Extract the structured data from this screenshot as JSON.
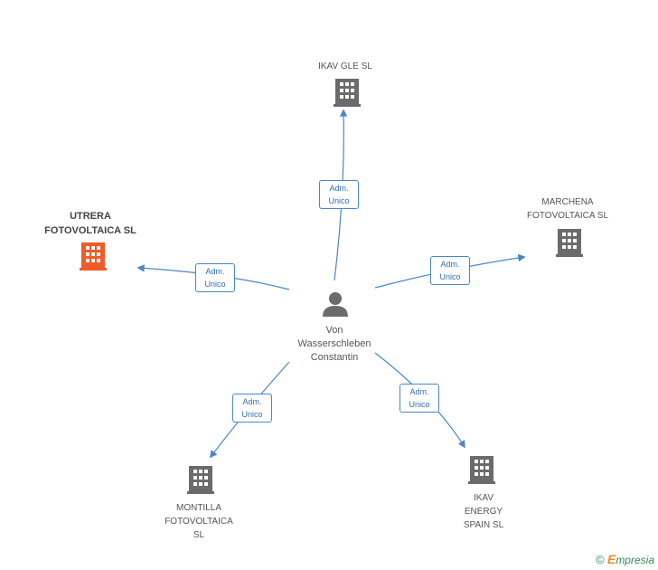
{
  "center": {
    "name": "Von\nWasserschleben\nConstantin",
    "icon": "person-icon"
  },
  "companies": [
    {
      "key": "ikav_gle",
      "name": "IKAV GLE  SL",
      "icon": "building-icon",
      "color": "#6b6b6b",
      "role": "Adm.\nUnico"
    },
    {
      "key": "marchena",
      "name": "MARCHENA\nFOTOVOLTAICA SL",
      "icon": "building-icon",
      "color": "#6b6b6b",
      "role": "Adm.\nUnico"
    },
    {
      "key": "utrera",
      "name": "UTRERA\nFOTOVOLTAICA SL",
      "icon": "building-icon",
      "color": "#f05a28",
      "role": "Adm.\nUnico"
    },
    {
      "key": "montilla",
      "name": "MONTILLA\nFOTOVOLTAICA\nSL",
      "icon": "building-icon",
      "color": "#6b6b6b",
      "role": "Adm.\nUnico"
    },
    {
      "key": "ikav_energy",
      "name": "IKAV\nENERGY\nSPAIN SL",
      "icon": "building-icon",
      "color": "#6b6b6b",
      "role": "Adm.\nUnico"
    }
  ],
  "colors": {
    "edge": "#4a86c8",
    "highlight": "#f05a28",
    "node": "#6b6b6b"
  },
  "footer": {
    "copyright": "©",
    "brand_initial": "E",
    "brand_rest": "mpresia"
  }
}
